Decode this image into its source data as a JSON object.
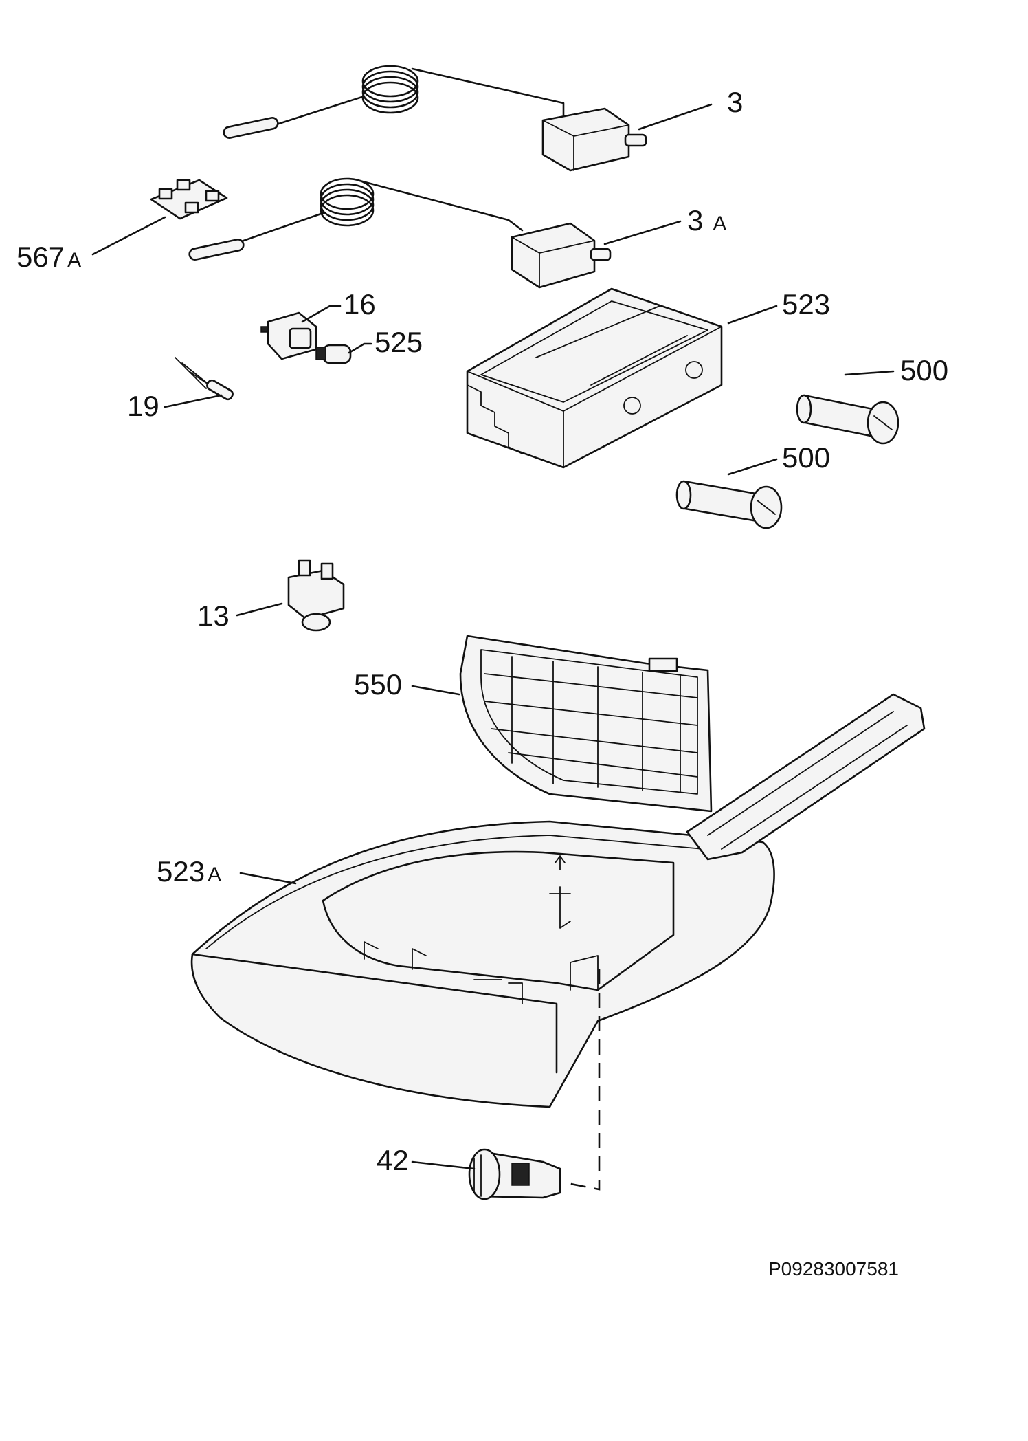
{
  "diagram": {
    "labels": [
      {
        "id": "p3",
        "num": "3",
        "suffix": ""
      },
      {
        "id": "p3a",
        "num": "3",
        "suffix": "A"
      },
      {
        "id": "p567a",
        "num": "567",
        "suffix": "A"
      },
      {
        "id": "p16",
        "num": "16",
        "suffix": ""
      },
      {
        "id": "p525",
        "num": "525",
        "suffix": ""
      },
      {
        "id": "p523",
        "num": "523",
        "suffix": ""
      },
      {
        "id": "p500a",
        "num": "500",
        "suffix": ""
      },
      {
        "id": "p500b",
        "num": "500",
        "suffix": ""
      },
      {
        "id": "p19",
        "num": "19",
        "suffix": ""
      },
      {
        "id": "p13",
        "num": "13",
        "suffix": ""
      },
      {
        "id": "p550",
        "num": "550",
        "suffix": ""
      },
      {
        "id": "p523a",
        "num": "523",
        "suffix": "A"
      },
      {
        "id": "p42",
        "num": "42",
        "suffix": ""
      }
    ],
    "drawing_code": "P09283007581"
  }
}
